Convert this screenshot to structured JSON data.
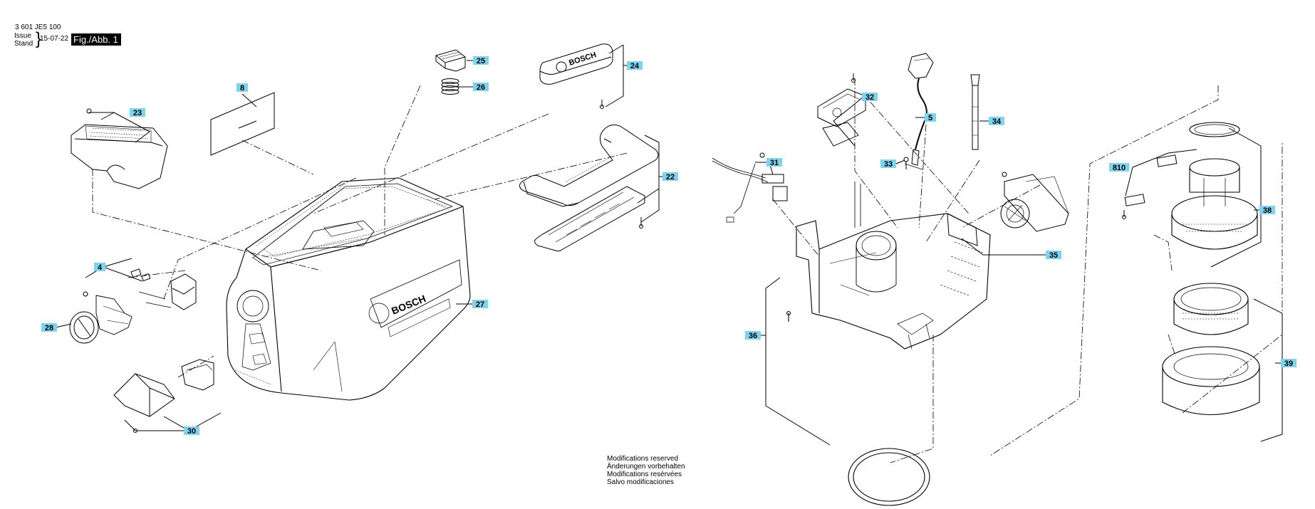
{
  "header": {
    "part_number": "3 601 JE5 100",
    "issue_label": "Issue",
    "stand_label": "Stand",
    "date": "15-07-22",
    "figure": "Fig./Abb. 1"
  },
  "callouts": {
    "c4": "4",
    "c5": "5",
    "c8": "8",
    "c22": "22",
    "c23": "23",
    "c24": "24",
    "c25": "25",
    "c26": "26",
    "c27": "27",
    "c28": "28",
    "c30": "30",
    "c31": "31",
    "c32": "32",
    "c33": "33",
    "c34": "34",
    "c35": "35",
    "c36": "36",
    "c38": "38",
    "c39": "39",
    "c810": "810"
  },
  "brand_marks": {
    "cover": "BOSCH",
    "handle": "BOSCH"
  },
  "footer": {
    "lines": [
      "Modifications reserved",
      "Änderungen vorbehalten",
      "Modifications resérvées",
      "Salvo modificaciones"
    ]
  },
  "colors": {
    "callout_bg": "#7fd3ec",
    "line": "#000000"
  }
}
